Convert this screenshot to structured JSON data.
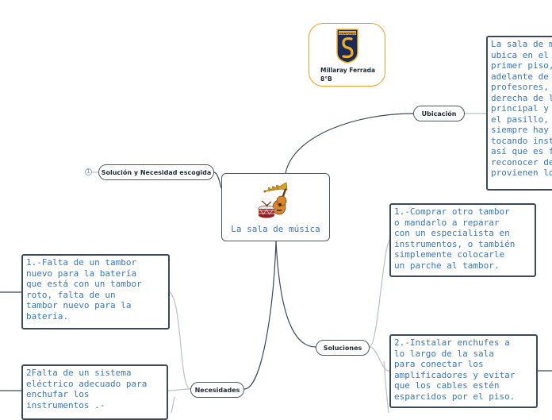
{
  "central": {
    "title": "La sala de música",
    "icon": "drum-trumpet-guitar-icon"
  },
  "logo": {
    "crest_text": "ORATORIO",
    "name": "Millaray Ferrada",
    "class": "8°B",
    "border_color": "#f0a020"
  },
  "branches": {
    "ubicacion": {
      "label": "Ubicación"
    },
    "solucion_necesidad": {
      "label": "Solución y Necesidad escogida",
      "collapsed_count": "1"
    },
    "soluciones": {
      "label": "Soluciones"
    },
    "necesidades": {
      "label": "Necesidades"
    }
  },
  "notes": {
    "ubicacion_text": "La sala de música se\nubica en el\nprimer piso,\nadelante de la sala de\nprofesores, a la\nderecha de la entrada\nprincipal y al final de\nel pasillo, casi\nsiempre hay alguien\ntocando instrumentos\nasí que es fácil\nreconocer de donde\nprovienen los sonidos.",
    "solucion_1": "1.-Comprar otro tambor\no mandarlo a reparar\ncon un especialista en\ninstrumentos, o también\nsimplemente colocarle\nun parche al tambor.",
    "solucion_2": "2.-Instalar enchufes a\nlo largo de la sala\npara conectar los\namplificadores y evitar\nque los cables estén\nesparcidos por el piso.",
    "necesidad_1": "1.-Falta de un tambor\nnuevo para la batería\nque está con un tambor\nroto, falta de un\ntambor nuevo para la\nbatería.",
    "necesidad_2": "2Falta de un sistema\neléctrico adecuado para\nenchufar los\ninstrumentos .-"
  },
  "colors": {
    "link": "#3d4a55",
    "note_text": "#3a76b8",
    "border": "#4d5a63"
  }
}
